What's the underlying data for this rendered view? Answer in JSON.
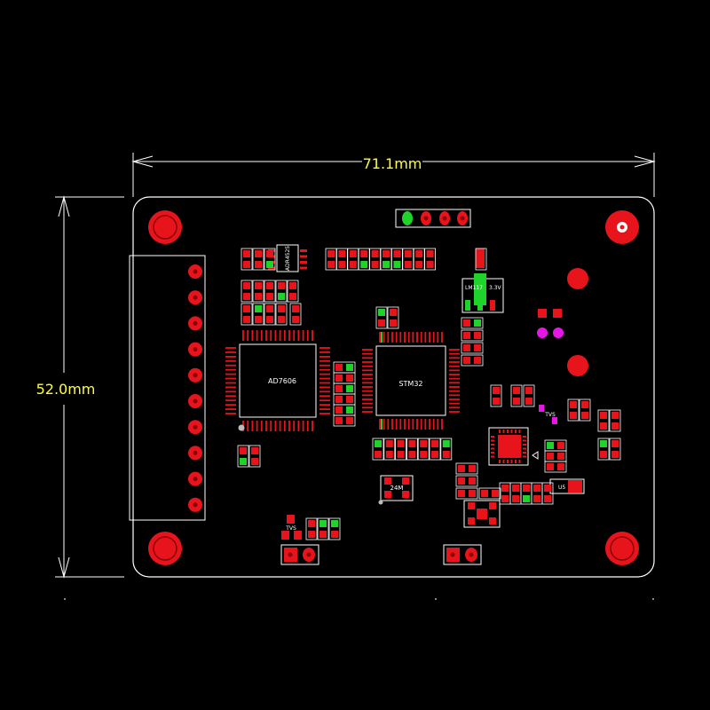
{
  "colors": {
    "background": "#000000",
    "outline": "#ffffff",
    "pad": "#e8141b",
    "pad_hole": "#8a0008",
    "silk": "#f0f0f0",
    "dim_line": "#ffffff",
    "dim_text": "#ffff33",
    "green_pad": "#1fd32a",
    "magenta_pad": "#e617e6",
    "label_text": "#ffffff"
  },
  "dimensions": {
    "width_label": "71.1mm",
    "height_label": "52.0mm"
  },
  "chips": {
    "adc_label": "AD7606",
    "mcu_label": "STM32",
    "crystal_label": "24M",
    "regulator_label": "3.3V",
    "regulator_part_label": "LM117",
    "tvs_left_label": "TVS",
    "tvs_right_label": "TVS",
    "u5_label": "U5",
    "adr_label": "ADR4525"
  }
}
